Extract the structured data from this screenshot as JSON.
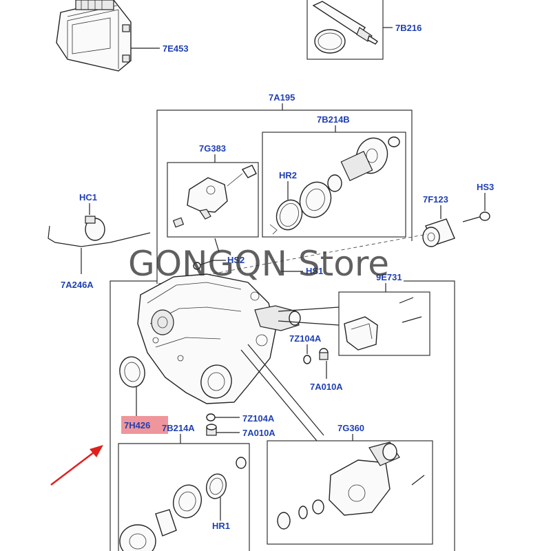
{
  "watermark": "GONGQN Store",
  "highlight_color": "#e8737a",
  "label_color": "#1f3fb3",
  "arrow_color": "#e0201c",
  "labels": {
    "p7E453": "7E453",
    "p7B216": "7B216",
    "p7A195": "7A195",
    "p7B214B": "7B214B",
    "p7G383": "7G383",
    "pHR2": "HR2",
    "pHC1": "HC1",
    "p7F123": "7F123",
    "pHS3": "HS3",
    "pHS2": "HS2",
    "pHS1": "HS1",
    "p7A246A": "7A246A",
    "p9E731": "9E731",
    "p7Z104A_top": "7Z104A",
    "p7A010A_top": "7A010A",
    "p7H426": "7H426",
    "p7B214A": "7B214A",
    "p7Z104A_bot": "7Z104A",
    "p7A010A_bot": "7A010A",
    "p7G360": "7G360",
    "pHR1": "HR1"
  }
}
